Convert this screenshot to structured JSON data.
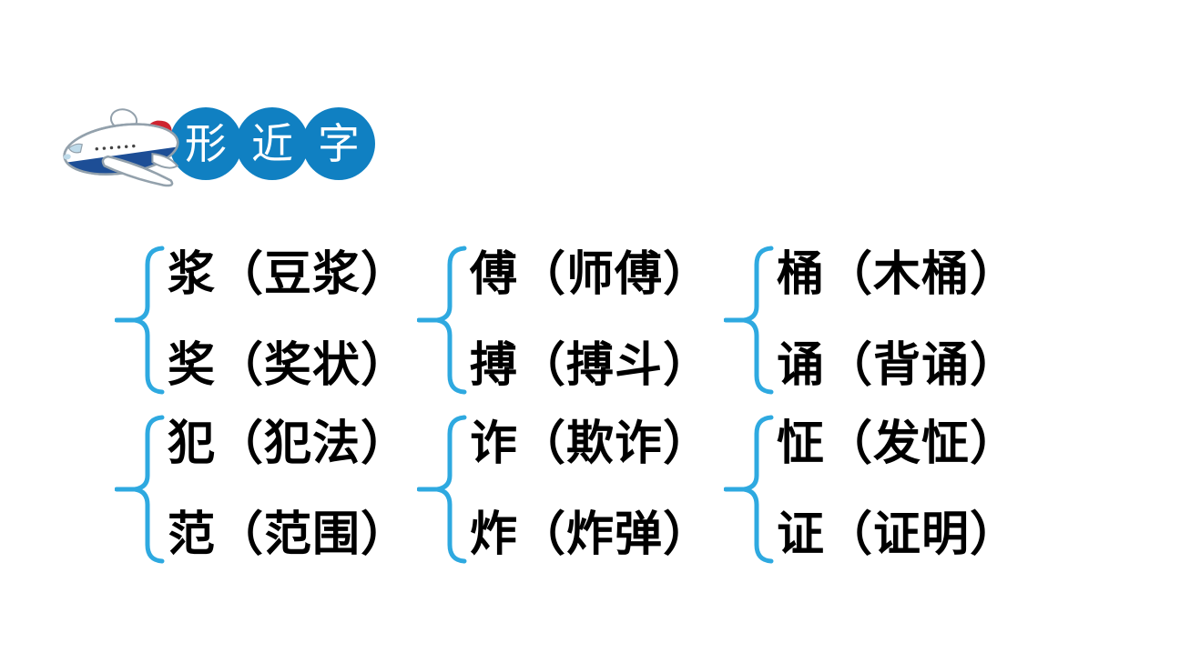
{
  "slide": {
    "title": {
      "icon": "plane-icon",
      "chars": [
        "形",
        "近",
        "字"
      ]
    },
    "groups": [
      {
        "lines": [
          "浆（豆浆）",
          "奖（奖状）"
        ]
      },
      {
        "lines": [
          "傅（师傅）",
          "搏（搏斗）"
        ]
      },
      {
        "lines": [
          "桶（木桶）",
          "诵（背诵）"
        ]
      },
      {
        "lines": [
          "犯（犯法）",
          "范（范围）"
        ]
      },
      {
        "lines": [
          "诈（欺诈）",
          "炸（炸弹）"
        ]
      },
      {
        "lines": [
          "怔（发怔）",
          "证（证明）"
        ]
      }
    ]
  },
  "colors": {
    "background": "#FFFFFF",
    "title_circle_blue": "#1080C2",
    "brace_blue": "#2EA9E0",
    "text_black": "#000000",
    "plane_navy": "#1D4E96",
    "plane_red": "#CE2430",
    "plane_outline": "#93A1AC",
    "plane_window_blue": "#BFDBEA"
  }
}
